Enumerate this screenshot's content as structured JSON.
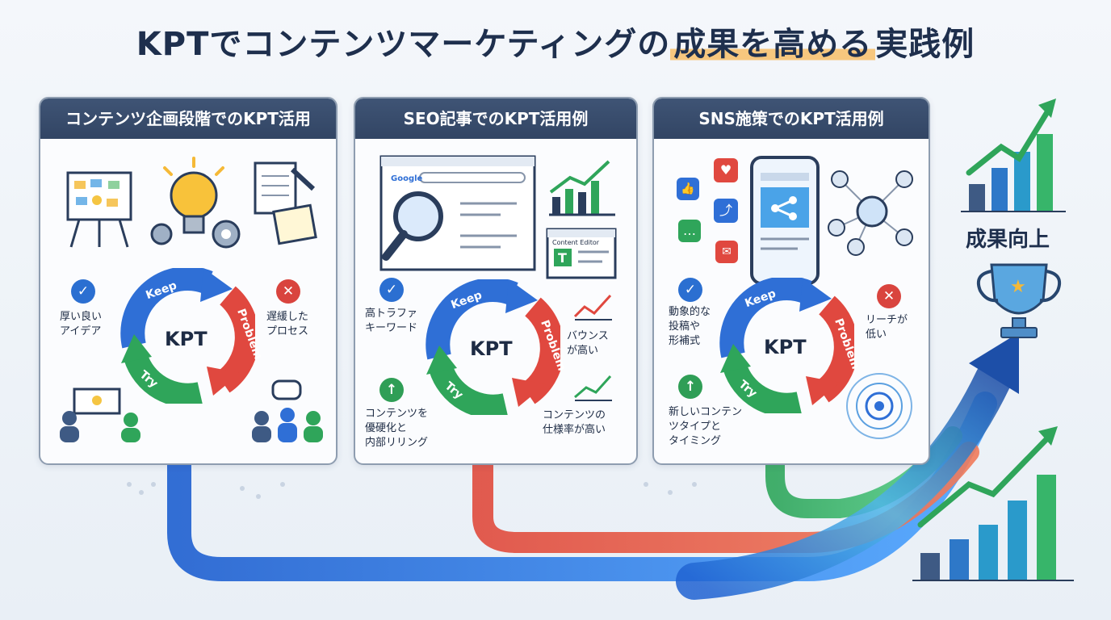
{
  "title": {
    "pre": "KPTでコンテンツマーケティングの",
    "highlight": "成果を高める",
    "post": "実践例"
  },
  "panels": [
    {
      "heading": "コンテンツ企画段階でのKPT活用",
      "keep_note": "厚い良い\nアイデア",
      "problem_note": "遅緩した\nプロセス",
      "try_note": ""
    },
    {
      "heading": "SEO記事でのKPT活用例",
      "keep_note": "高トラファ\nキーワード",
      "problem_note": "バウンス\nが高い",
      "try_note": "コンテンツを\n優硬化と\n内部リリング",
      "problem_note_2": "コンテンツの\n仕様率が高い",
      "editor_label": "Content Editor",
      "search_brand": "Google"
    },
    {
      "heading": "SNS施策でのKPT活用例",
      "keep_note": "動象的な\n投稿や\n形補式",
      "problem_note": "リーチが\n低い",
      "try_note": "新しいコンテン\nツタイプと\nタイミング"
    }
  ],
  "cycle": {
    "center": "KPT",
    "keep": "Keep",
    "problem": "Problem",
    "try": "Try",
    "colors": {
      "keep": "#2f6fd6",
      "problem": "#e0483f",
      "try": "#2fa55a"
    }
  },
  "result": {
    "label": "成果向上"
  },
  "icons": {
    "check": "✓",
    "cross": "✕",
    "up": "↑",
    "star": "★",
    "like": "👍",
    "heart": "♥",
    "share": "⤴",
    "chat": "…",
    "mail": "✉"
  }
}
